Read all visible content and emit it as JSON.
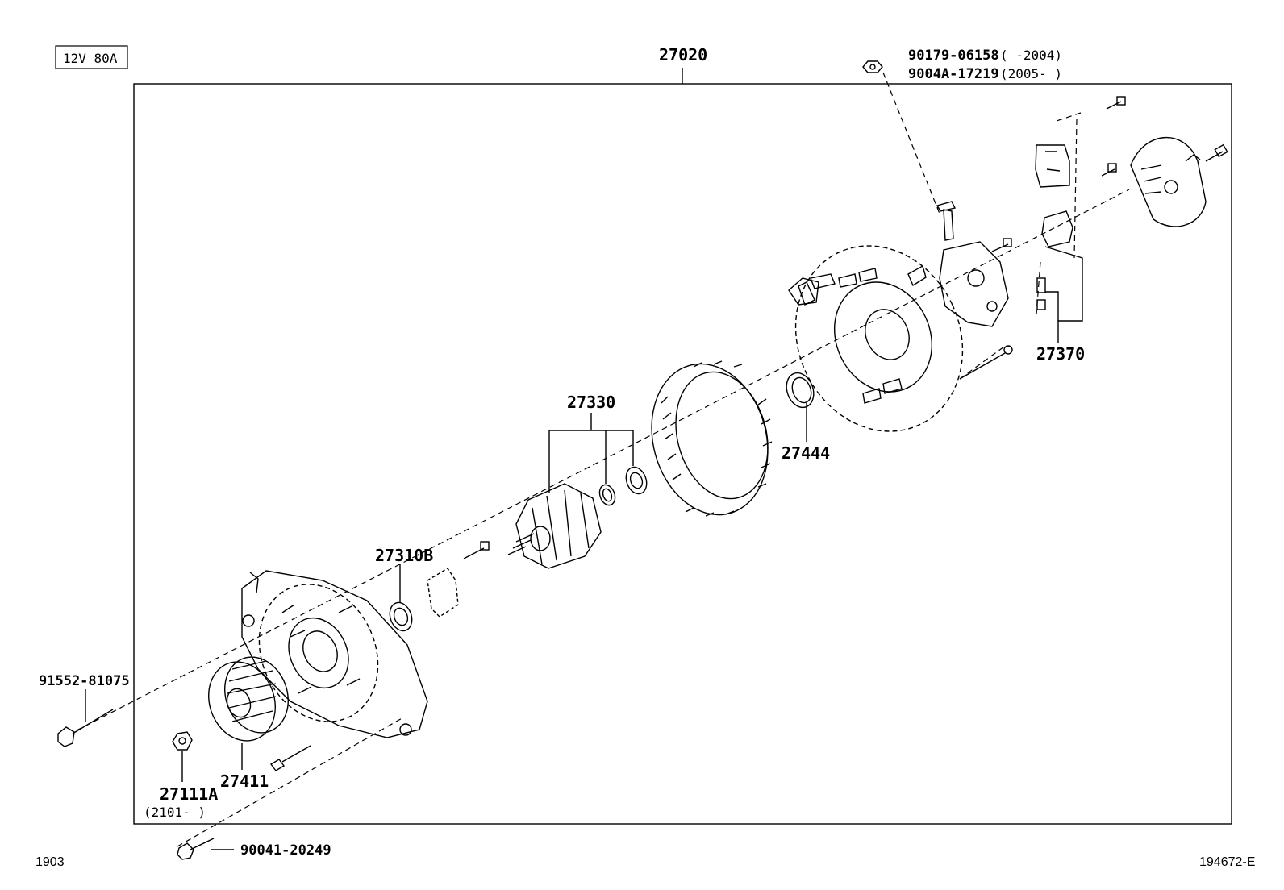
{
  "spec_box": "12V 80A",
  "assembly": "27020",
  "labels": {
    "p90179": "90179-06158",
    "p90179_range": "(    -2004)",
    "p9004a": "9004A-17219",
    "p9004a_range": "(2005-    )",
    "p27370": "27370",
    "p27330": "27330",
    "p27444": "27444",
    "p27310b": "27310B",
    "p91552": "91552-81075",
    "p27411": "27411",
    "p27111a": "27111A",
    "p27111a_range": "(2101-    )",
    "p90041": "90041-20249"
  },
  "footer": {
    "left_code": "1903",
    "right_code": "194672-E"
  }
}
